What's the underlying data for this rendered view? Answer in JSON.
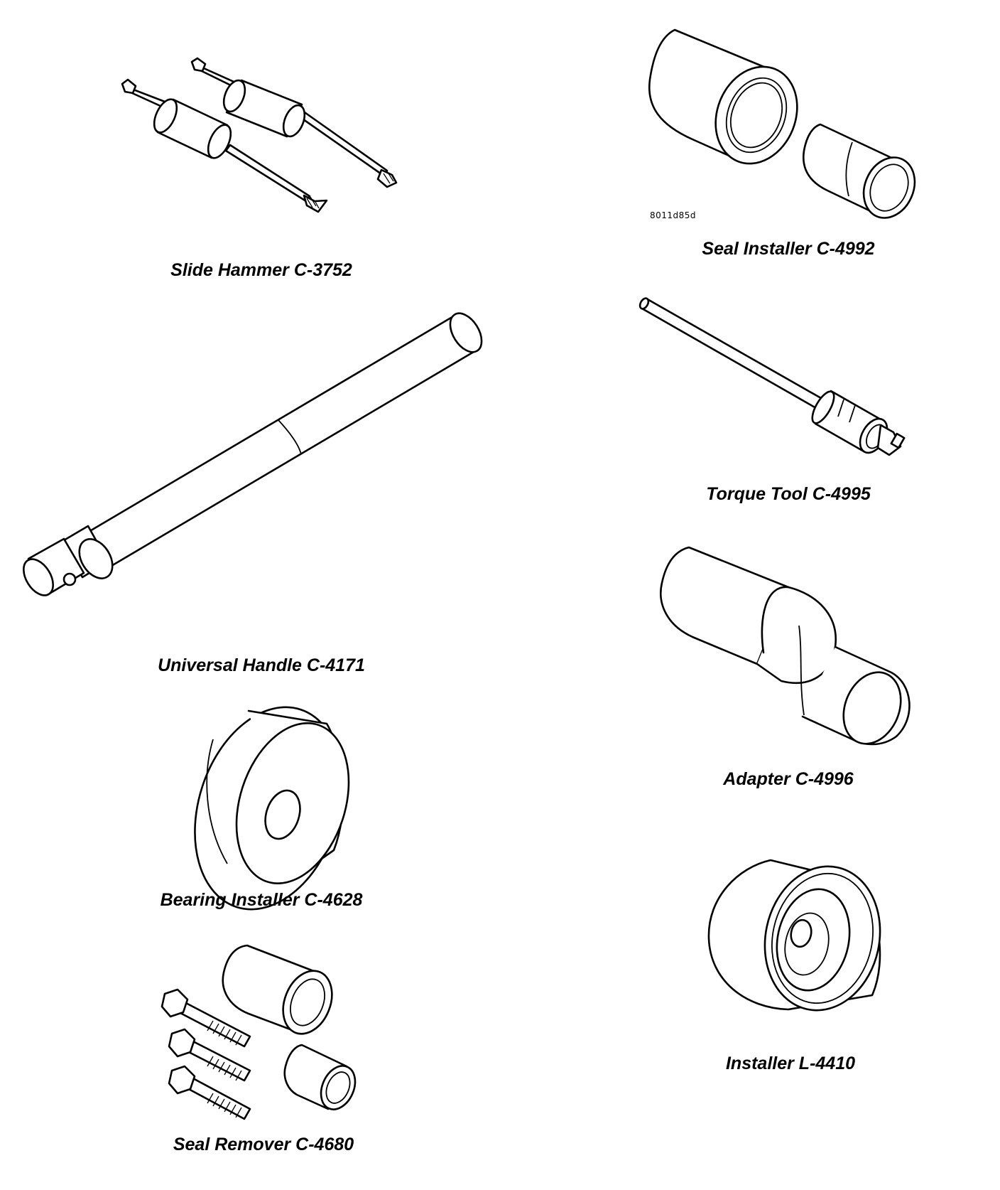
{
  "figure_code": "8011d85d",
  "tools": [
    {
      "id": "slide-hammer",
      "label": "Slide Hammer C-3752"
    },
    {
      "id": "seal-installer",
      "label": "Seal Installer C-4992"
    },
    {
      "id": "universal-handle",
      "label": "Universal Handle C-4171"
    },
    {
      "id": "torque-tool",
      "label": "Torque Tool C-4995"
    },
    {
      "id": "adapter",
      "label": "Adapter C-4996"
    },
    {
      "id": "bearing-installer",
      "label": "Bearing Installer C-4628"
    },
    {
      "id": "installer",
      "label": "Installer L-4410"
    },
    {
      "id": "seal-remover",
      "label": "Seal Remover C-4680"
    }
  ]
}
